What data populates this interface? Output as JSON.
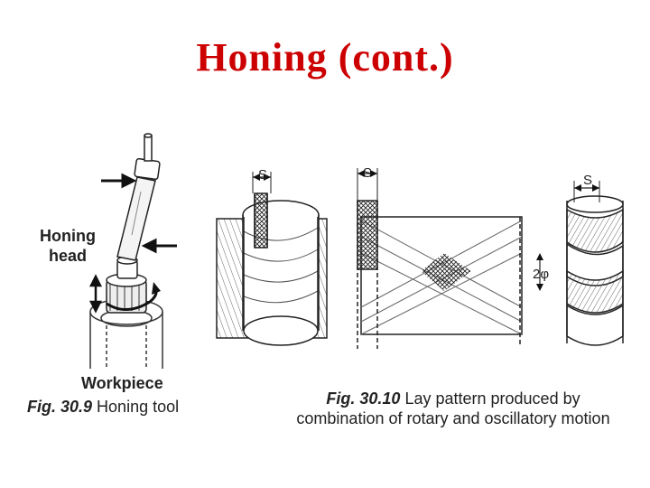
{
  "title": "Honing (cont.)",
  "fig1": {
    "label_head": "Honing\nhead",
    "label_head_line1": "Honing",
    "label_head_line2": "head",
    "label_workpiece": "Workpiece",
    "caption_number": "Fig. 30.9",
    "caption_text": "Honing tool"
  },
  "fig2": {
    "s_labels": [
      "S",
      "S",
      "S"
    ],
    "angle_label": "2φ",
    "caption_number": "Fig. 30.10",
    "caption_line1": "Lay pattern produced by",
    "caption_line2": "combination of rotary and oscillatory motion"
  }
}
